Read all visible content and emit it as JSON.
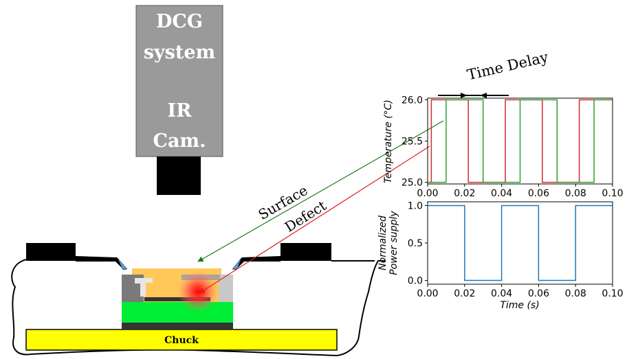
{
  "camera": {
    "lines": [
      "DCG",
      "system",
      "",
      "IR",
      "Cam."
    ],
    "body_color": "#9a9a9a",
    "lens_color": "#000000"
  },
  "sample": {
    "chuck_label": "Chuck",
    "chuck_color": "#ffff00",
    "substrate_color": "#00ee33",
    "die_color": "#ffc859",
    "defect_color": "#ff2020"
  },
  "rays": {
    "surface_label": "Surface",
    "defect_label": "Defect",
    "surface_color": "#1a7a1a",
    "defect_color": "#e02020"
  },
  "time_delay_label": "Time Delay",
  "chart_data": [
    {
      "type": "line",
      "ylabel": "Temperature (°C)",
      "xlabel": "",
      "xlim": [
        0,
        0.1
      ],
      "ylim": [
        24.98,
        26.02
      ],
      "xticks": [
        "0.00",
        "0.02",
        "0.04",
        "0.06",
        "0.08",
        "0.10"
      ],
      "yticks": [
        "25.0",
        "25.5",
        "26.0"
      ],
      "series": [
        {
          "color": "#d62728",
          "x": [
            0.0,
            0.002,
            0.002,
            0.022,
            0.022,
            0.042,
            0.042,
            0.062,
            0.062,
            0.082,
            0.082,
            0.1
          ],
          "y": [
            25.0,
            25.0,
            26.0,
            26.0,
            25.0,
            25.0,
            26.0,
            26.0,
            25.0,
            25.0,
            26.0,
            26.0
          ]
        },
        {
          "color": "#2ca02c",
          "x": [
            0.0,
            0.01,
            0.01,
            0.03,
            0.03,
            0.05,
            0.05,
            0.07,
            0.07,
            0.09,
            0.09,
            0.1
          ],
          "y": [
            25.0,
            25.0,
            26.0,
            26.0,
            25.0,
            25.0,
            26.0,
            26.0,
            25.0,
            25.0,
            26.0,
            26.0
          ]
        }
      ]
    },
    {
      "type": "line",
      "ylabel_lines": [
        "Normalized",
        "Power supply"
      ],
      "xlabel": "Time (s)",
      "xlim": [
        0,
        0.1
      ],
      "ylim": [
        -0.05,
        1.05
      ],
      "xticks": [
        "0.00",
        "0.02",
        "0.04",
        "0.06",
        "0.08",
        "0.10"
      ],
      "yticks": [
        "0.0",
        "0.5",
        "1.0"
      ],
      "series": [
        {
          "color": "#1f77b4",
          "x": [
            0.0,
            0.02,
            0.02,
            0.04,
            0.04,
            0.06,
            0.06,
            0.08,
            0.08,
            0.1
          ],
          "y": [
            1,
            1,
            0,
            0,
            1,
            1,
            0,
            0,
            1,
            1
          ]
        }
      ]
    }
  ]
}
